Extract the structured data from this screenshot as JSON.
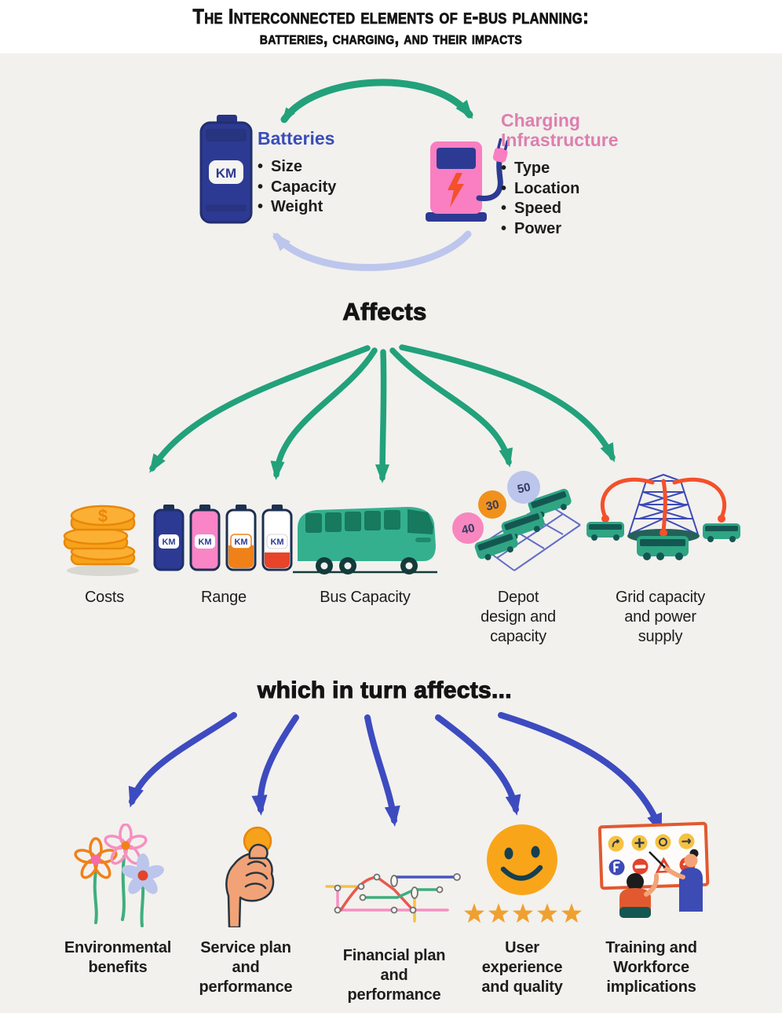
{
  "title": {
    "line1": "The Interconnected elements of e-bus planning:",
    "line2": "batteries, charging, and their impacts"
  },
  "cycle": {
    "batteries": {
      "heading": "Batteries",
      "items": [
        "Size",
        "Capacity",
        "Weight"
      ],
      "km_label": "KM"
    },
    "charging": {
      "heading": "Charging Infrastructure",
      "items": [
        "Type",
        "Location",
        "Speed",
        "Power"
      ]
    }
  },
  "affects_heading": "Affects",
  "second_heading": "which in turn affects...",
  "first_level": [
    {
      "label": "Costs",
      "icon": "coins-icon",
      "currency": "$"
    },
    {
      "label": "Range",
      "icon": "range-batteries-icon",
      "km_label": "KM"
    },
    {
      "label": "Bus Capacity",
      "icon": "bus-icon"
    },
    {
      "label": "Depot design and capacity",
      "icon": "depot-icon",
      "price_bubbles": [
        "40",
        "30",
        "50"
      ]
    },
    {
      "label": "Grid capacity and power supply",
      "icon": "power-grid-icon"
    }
  ],
  "second_level": [
    {
      "label": "Environmental benefits",
      "icon": "flowers-icon"
    },
    {
      "label": "Service plan and performance",
      "icon": "hand-coin-icon"
    },
    {
      "label": "Financial plan and performance",
      "icon": "transit-map-icon"
    },
    {
      "label": "User experience and quality",
      "icon": "smiley-stars-icon",
      "star_count": 5
    },
    {
      "label": "Training and Workforce implications",
      "icon": "training-board-icon"
    }
  ],
  "colors": {
    "background": "#f2f1ee",
    "title_bg": "#ffffff",
    "green_arrow": "#22a17a",
    "lavender_arrow": "#bdc6ec",
    "blue_arrow": "#3d4bc0",
    "navy": "#2d3a93",
    "pink": "#f97fc2",
    "pink_heading": "#de7fae",
    "blue_heading": "#3a4db9",
    "orange": "#f7a21b",
    "red_orange": "#f4502a",
    "bus_green": "#2fa583"
  }
}
